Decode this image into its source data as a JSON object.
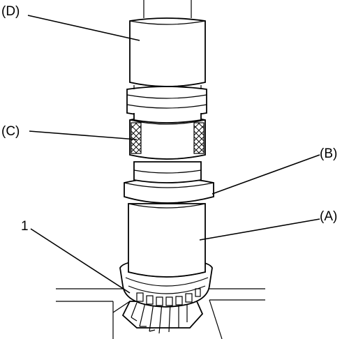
{
  "labels": {
    "d": "(D)",
    "c": "(C)",
    "b": "(B)",
    "a": "(A)",
    "one": "1"
  },
  "colors": {
    "ink": "#000000",
    "paper": "#ffffff"
  }
}
